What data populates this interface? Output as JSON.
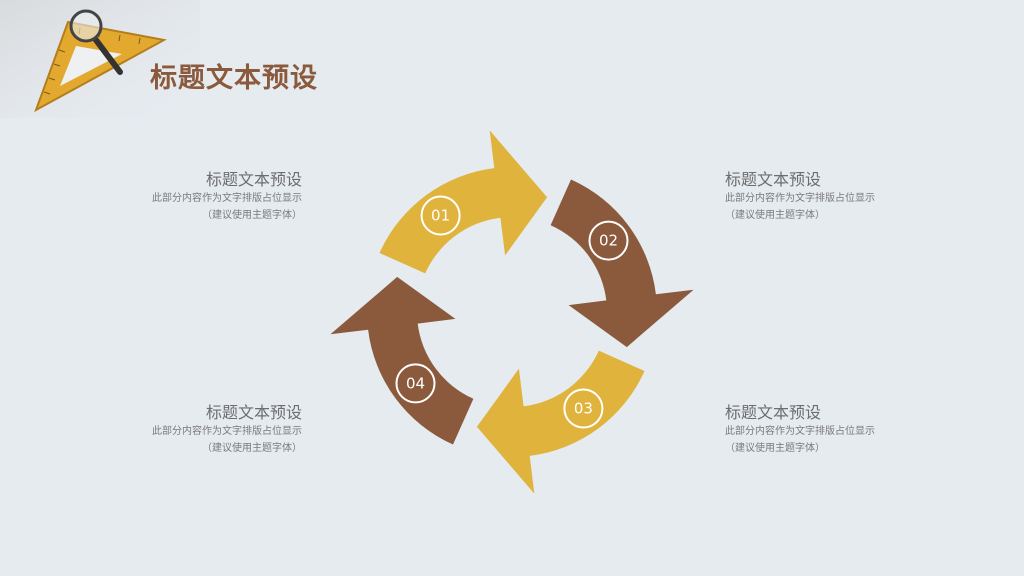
{
  "title": "标题文本预设",
  "colors": {
    "gold": "#e0b33d",
    "brown": "#8b5a3c",
    "background": "#e6ebf0",
    "heading": "#6d6d6d"
  },
  "steps": [
    "01",
    "02",
    "03",
    "04"
  ],
  "blocks": [
    {
      "heading": "标题文本预设",
      "line1": "此部分内容作为文字排版占位显示",
      "line2": "（建议使用主题字体）"
    },
    {
      "heading": "标题文本预设",
      "line1": "此部分内容作为文字排版占位显示",
      "line2": "（建议使用主题字体）"
    },
    {
      "heading": "标题文本预设",
      "line1": "此部分内容作为文字排版占位显示",
      "line2": "（建议使用主题字体）"
    },
    {
      "heading": "标题文本预设",
      "line1": "此部分内容作为文字排版占位显示",
      "line2": "（建议使用主题字体）"
    }
  ]
}
